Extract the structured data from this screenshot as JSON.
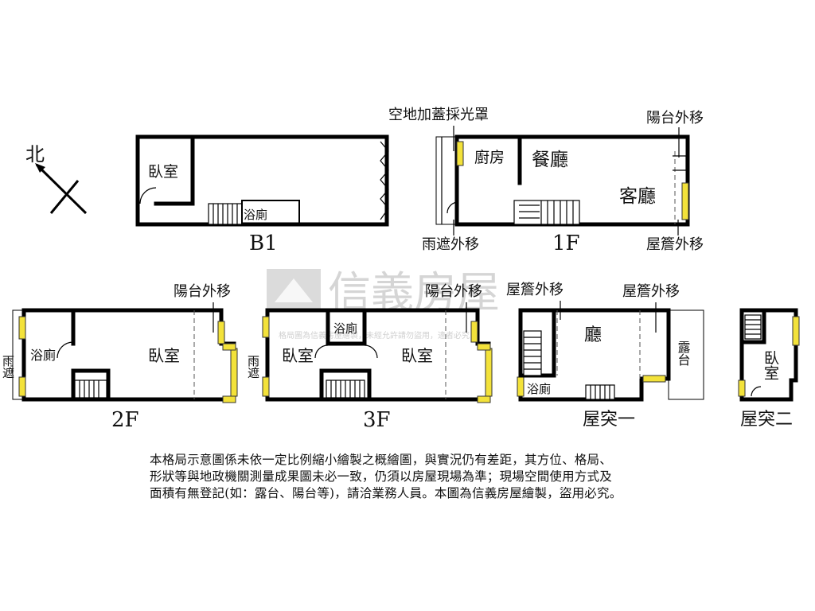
{
  "compass": {
    "north_label": "北"
  },
  "watermark": {
    "brand": "信義房屋",
    "small_text": "格局圖為信義房屋繪製，未經允許請勿盜用，違者必究"
  },
  "floors": {
    "b1": {
      "title": "B1",
      "rooms": [
        "臥室",
        "浴廁"
      ]
    },
    "f1": {
      "title": "1F",
      "rooms": [
        "廚房",
        "餐廳",
        "客廳"
      ],
      "callouts": [
        "空地加蓋採光罩",
        "陽台外移",
        "雨遮外移",
        "屋簷外移"
      ]
    },
    "f2": {
      "title": "2F",
      "rooms": [
        "浴廁",
        "臥室",
        "雨遮"
      ],
      "callouts": [
        "陽台外移"
      ]
    },
    "f3": {
      "title": "3F",
      "rooms": [
        "浴廁",
        "臥室",
        "臥室",
        "雨遮"
      ],
      "callouts": [
        "陽台外移"
      ]
    },
    "r1": {
      "title": "屋突一",
      "rooms": [
        "廳",
        "浴廁",
        "露台"
      ],
      "callouts": [
        "屋簷外移",
        "屋簷外移"
      ]
    },
    "r2": {
      "title": "屋突二",
      "rooms": [
        "臥室"
      ]
    }
  },
  "notice": [
    "本格局示意圖係未依一定比例縮小繪製之概繪圖，與實況仍有差距，其方位、格局、",
    "形狀等與地政機關測量成果圖未必一致，仍須以房屋現場為準；現場空間使用方式及",
    "面積有無登記(如：露台、陽台等)，請洽業務人員。本圖為信義房屋繪製，盜用必究。"
  ]
}
